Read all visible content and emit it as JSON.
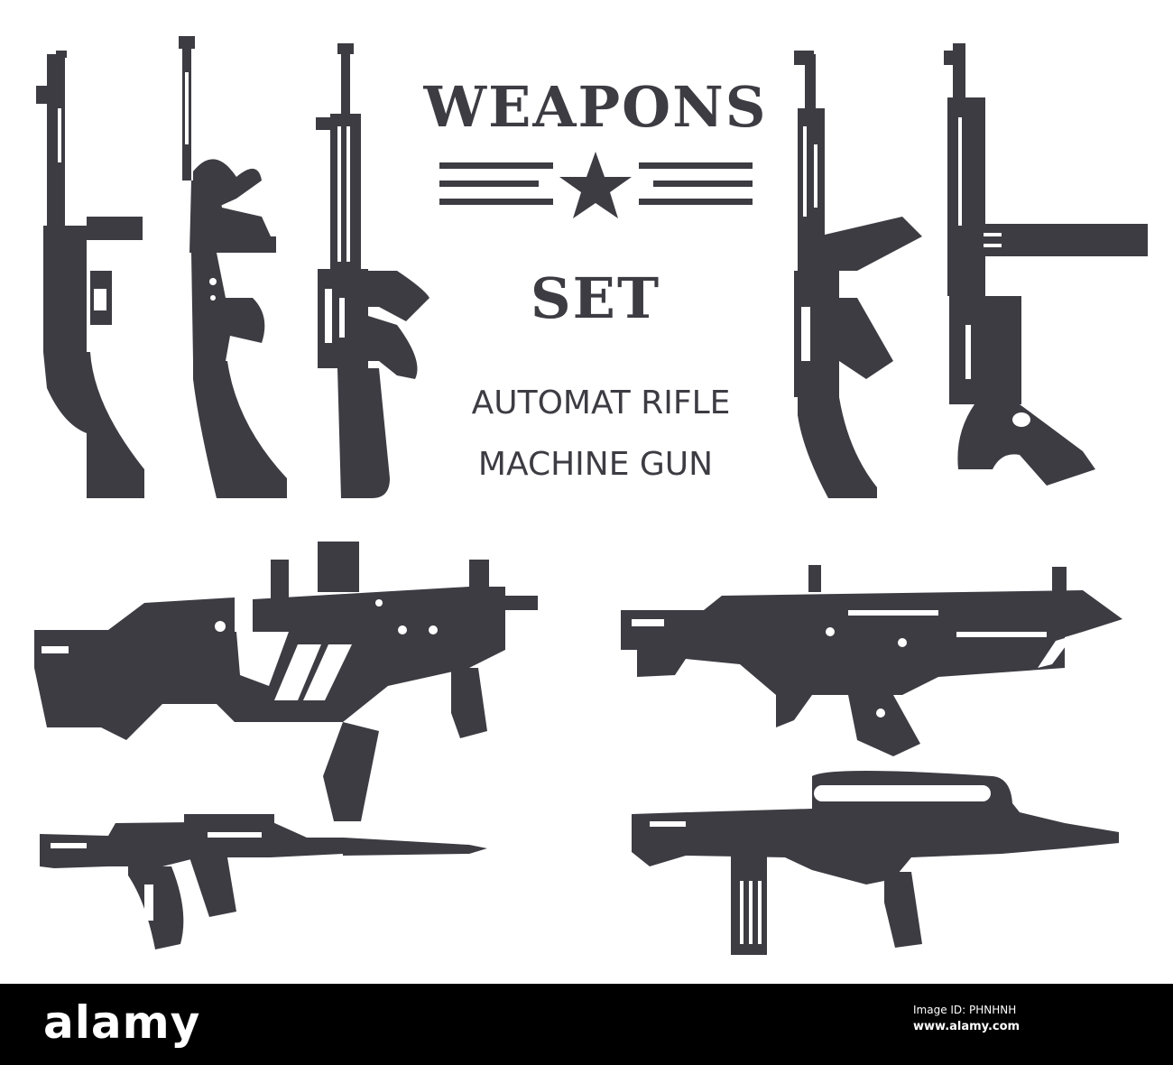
{
  "title": {
    "line1": "WEAPONS",
    "line2": "SET",
    "subtitle_line1": "AUTOMAT RIFLE",
    "subtitle_line2": "MACHINE GUN",
    "star_icon": "star-icon"
  },
  "weapons": [
    {
      "id": "vertical-smg-drum",
      "icon": "smg-drum-magazine-icon"
    },
    {
      "id": "vertical-tommy-gun",
      "icon": "tommy-gun-icon"
    },
    {
      "id": "vertical-assault-rifle",
      "icon": "assault-rifle-icon"
    },
    {
      "id": "vertical-ak-rifle",
      "icon": "ak-rifle-icon"
    },
    {
      "id": "vertical-mp40",
      "icon": "mp40-smg-icon"
    },
    {
      "id": "horizontal-vector-smg",
      "icon": "vector-smg-icon"
    },
    {
      "id": "horizontal-scar-rifle",
      "icon": "scar-rifle-launcher-icon"
    },
    {
      "id": "horizontal-bayonet-rifle",
      "icon": "bayonet-rifle-icon"
    },
    {
      "id": "horizontal-bullpup-rifle",
      "icon": "bullpup-rifle-icon"
    }
  ],
  "colors": {
    "ink": "#3d3c43",
    "background": "#ffffff",
    "footer": "#000000"
  },
  "watermark": {
    "brand": "alamy",
    "stock_label": "Image ID: PHNHNH",
    "image_id": "www.alamy.com"
  }
}
